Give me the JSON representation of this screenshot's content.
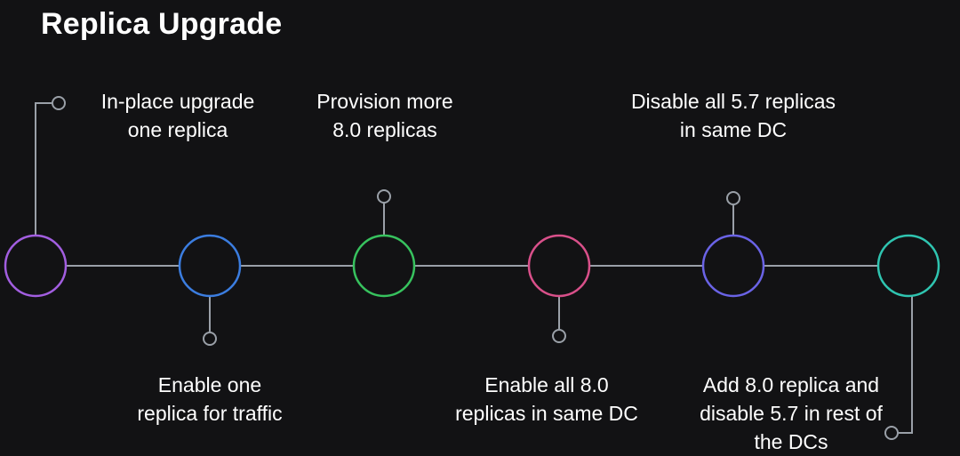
{
  "title": "Replica Upgrade",
  "colors": {
    "background": "#121214",
    "line": "#9aa0a8"
  },
  "steps": [
    {
      "label": "In-place upgrade\none replica",
      "color": "#a25ee0"
    },
    {
      "label": "Enable one\nreplica for traffic",
      "color": "#3b7de0"
    },
    {
      "label": "Provision more\n8.0 replicas",
      "color": "#37c25e"
    },
    {
      "label": "Enable all 8.0\nreplicas in same DC",
      "color": "#d9508a"
    },
    {
      "label": "Disable all 5.7 replicas\nin same DC",
      "color": "#6a63e6"
    },
    {
      "label": "Add 8.0 replica and\ndisable 5.7 in rest of\nthe DCs",
      "color": "#2fc4b0"
    }
  ]
}
